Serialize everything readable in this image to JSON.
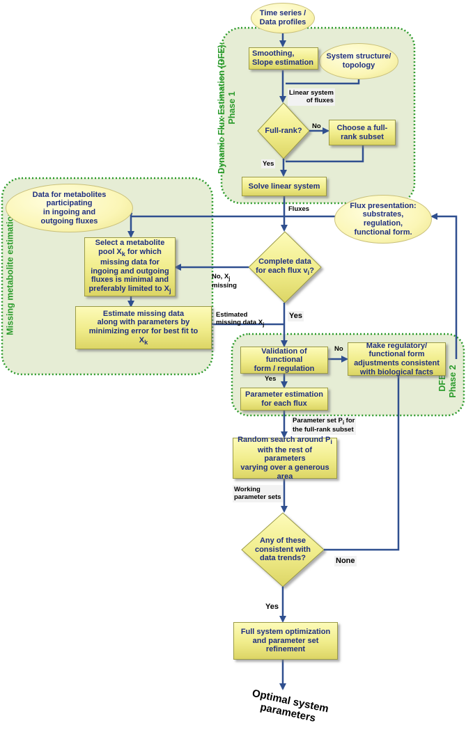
{
  "colors": {
    "box_fill": "#f0ec8a",
    "box_text": "#1f2f80",
    "arrow": "#2f4f8f",
    "region_border": "#2a9a2a",
    "region_fill": "#e6edd5"
  },
  "regions": {
    "dfe_phase1": "Dynamic Flux Estimation (DFE):\nPhase 1",
    "dfe_phase2": "DFE:\nPhase 2",
    "missing": "Missing metabolite estimation"
  },
  "nodes": {
    "time_series": "Time series /\nData profiles",
    "smoothing": "Smoothing,\nSlope estimation",
    "system_structure": "System structure/\ntopology",
    "full_rank": "Full-rank?",
    "choose_subset": "Choose a full-\nrank subset",
    "solve_linear": "Solve linear system",
    "data_metabolites": "Data for metabolites\nparticipating\nin ingoing and\noutgoing fluxes",
    "flux_presentation": "Flux presentation:\nsubstrates,\nregulation,\nfunctional form.",
    "select_pool_parts": [
      "Select a metabolite\npool X",
      "k",
      " for which\nmissing data for\ningoing and outgoing\nfluxes is minimal and\npreferably limited to X",
      "j"
    ],
    "complete_data_parts": [
      "Complete data\nfor each flux v",
      "i",
      "?"
    ],
    "estimate_missing_parts": [
      "Estimate missing data\nalong with parameters by\nminimizing error for best fit to\nX",
      "k"
    ],
    "validation": "Validation of functional\nform / regulation",
    "make_regulatory": "Make regulatory/\nfunctional form\nadjustments consistent\nwith biological facts",
    "parameter_estimation": "Parameter estimation\nfor each flux",
    "random_search_parts": [
      "Random search around P",
      "i",
      "\nwith the rest of parameters\nvarying over a generous\narea"
    ],
    "any_consistent": "Any of these\nconsistent with\ndata trends?",
    "full_optimization": "Full system optimization\nand parameter set\nrefinement",
    "optimal": "Optimal system\nparameters"
  },
  "labels": {
    "linear_system": "Linear system\nof fluxes",
    "no_fullrank": "No",
    "yes_fullrank": "Yes",
    "fluxes": "Fluxes",
    "no_missing_parts": [
      "No, X",
      "j",
      "\nmissing"
    ],
    "yes_complete": "Yes",
    "estimated_missing_parts": [
      "Estimated\nmissing data X",
      "j"
    ],
    "no_validation": "No",
    "yes_validation": "Yes",
    "parameter_set_parts": [
      "Parameter set P",
      "i",
      " for\nthe full-rank subset"
    ],
    "working_sets": "Working\nparameter sets",
    "none": "None",
    "yes_final": "Yes"
  }
}
